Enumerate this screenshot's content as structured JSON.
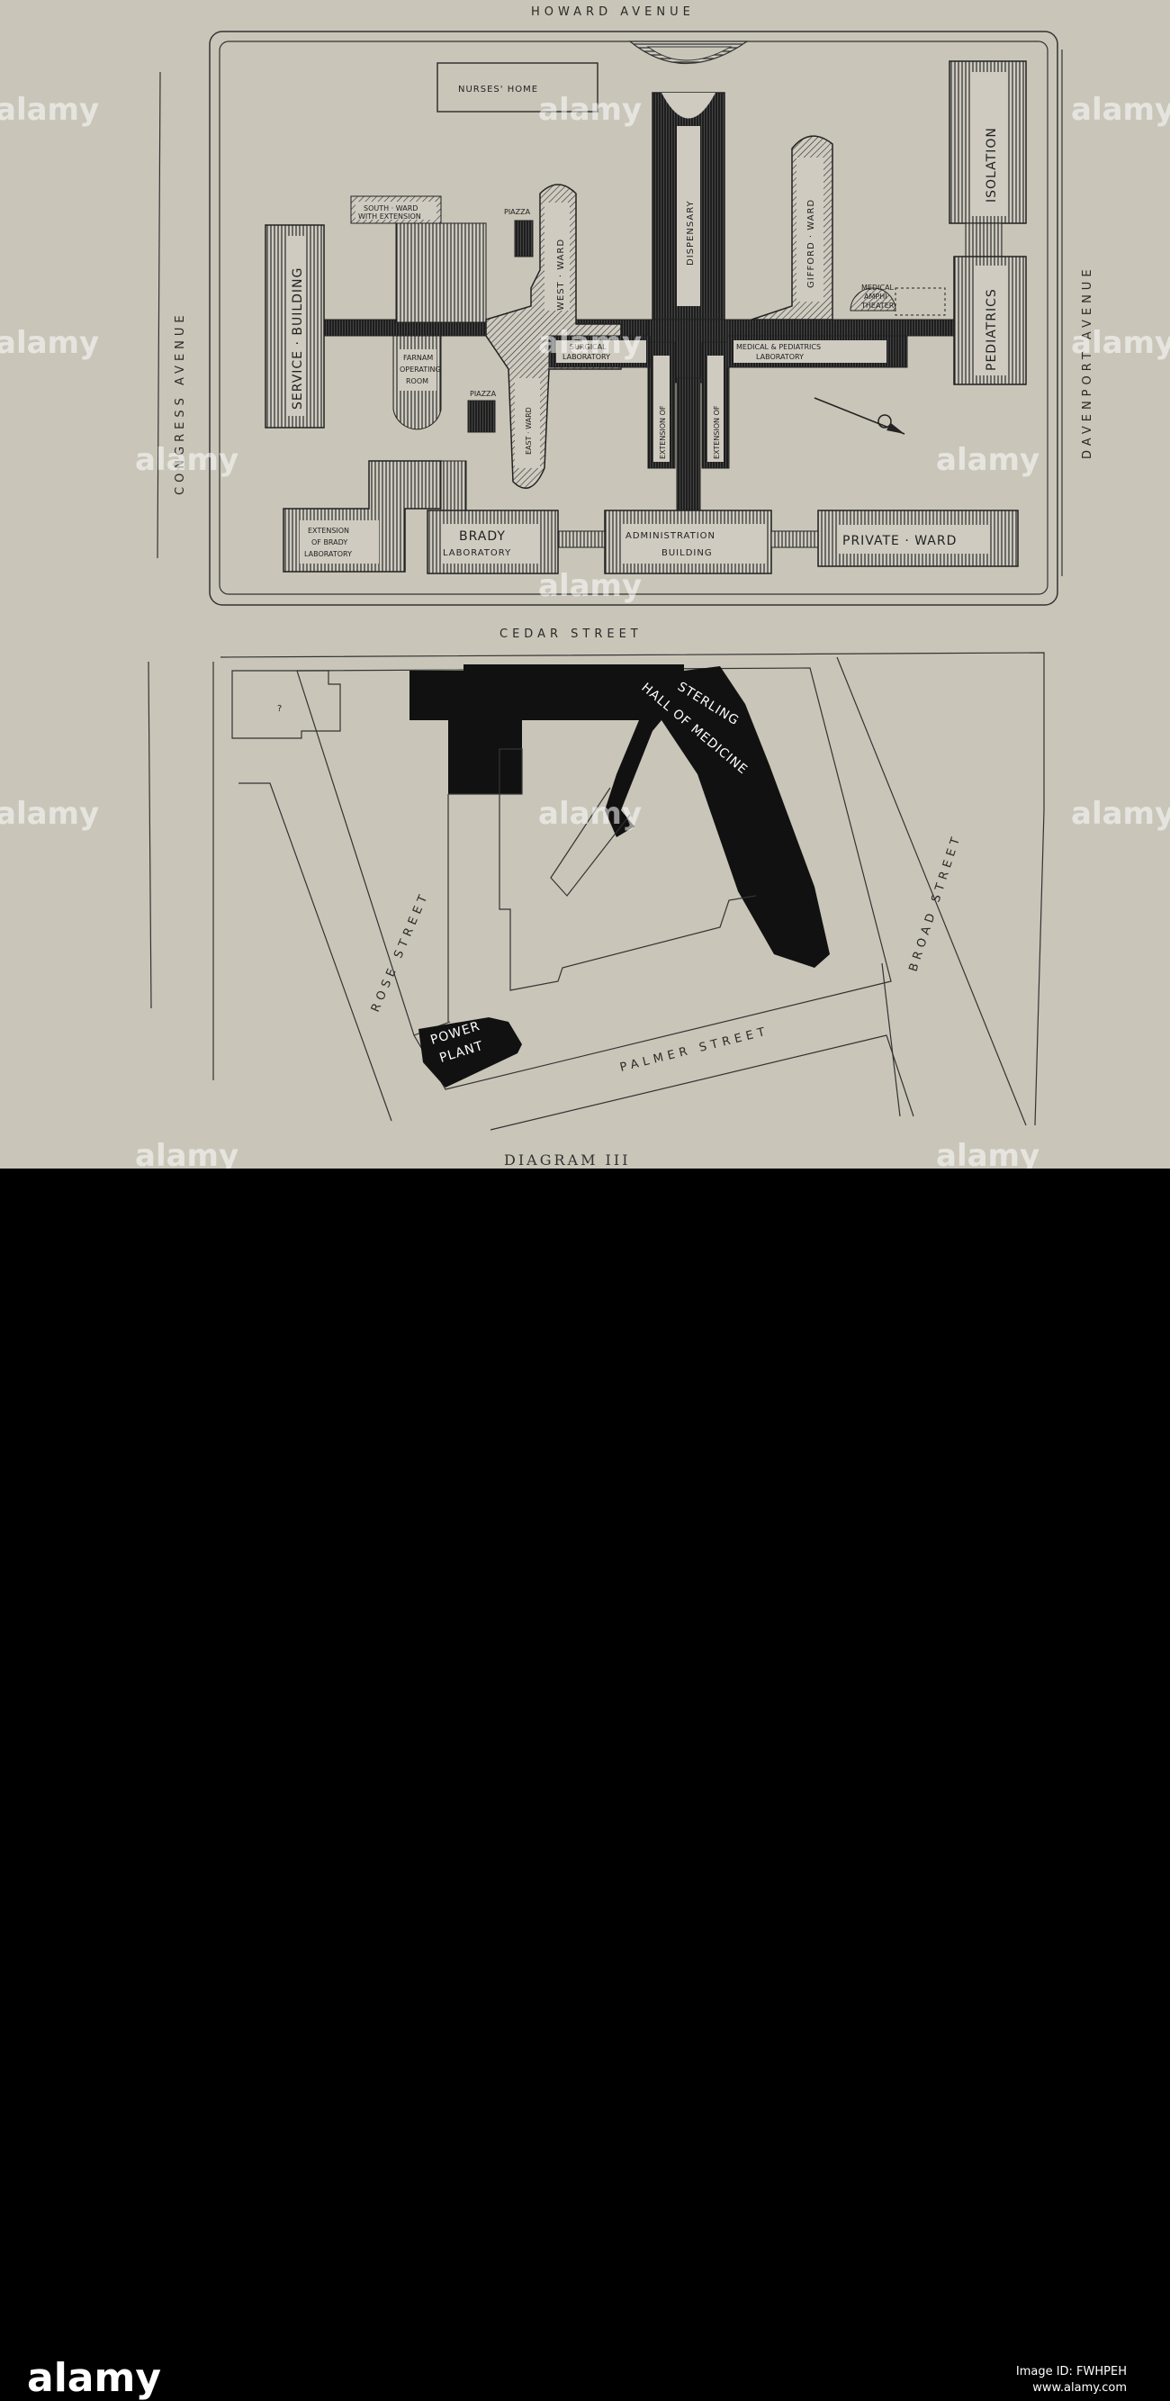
{
  "streets": {
    "top": "HOWARD AVENUE",
    "left": "CONGRESS AVENUE",
    "right": "DAVENPORT AVENUE",
    "middle": "CEDAR STREET",
    "rose": "ROSE STREET",
    "broad": "BROAD STREET",
    "palmer": "PALMER STREET"
  },
  "buildings": {
    "nurses_home": "NURSES' HOME",
    "south_ward": "SOUTH · WARD",
    "south_ward_2": "WITH EXTENSION",
    "piazza": "PIAZZA",
    "west_ward": "WEST · WARD",
    "dispensary": "DISPENSARY",
    "gifford_ward": "GIFFORD · WARD",
    "isolation": "ISOLATION",
    "pediatrics": "PEDIATRICS",
    "service_building": "SERVICE · BUILDING",
    "farnam_1": "FARNAM",
    "farnam_2": "OPERATING",
    "farnam_3": "ROOM",
    "surgical_1": "SURGICAL",
    "surgical_2": "LABORATORY",
    "medical_1": "MEDICAL & PEDIATRICS",
    "medical_2": "LABORATORY",
    "amphi_1": "MEDICAL",
    "amphi_2": "AMPHI",
    "amphi_3": "THEATER",
    "east_ward": "EAST · WARD",
    "extension_of": "EXTENSION OF",
    "ext_brady_1": "EXTENSION",
    "ext_brady_2": "OF BRADY",
    "ext_brady_3": "LABORATORY",
    "brady_1": "BRADY",
    "brady_2": "LABORATORY",
    "admin_1": "ADMINISTRATION",
    "admin_2": "BUILDING",
    "private_ward": "PRIVATE · WARD",
    "unknown": "?",
    "sterling_1": "STERLING",
    "sterling_2": "HALL OF MEDICINE",
    "power_1": "POWER",
    "power_2": "PLANT"
  },
  "caption": "DIAGRAM III",
  "watermark": "alamy",
  "footer": {
    "brand": "alamy",
    "image_id": "Image ID: FWHPEH",
    "site": "www.alamy.com"
  }
}
